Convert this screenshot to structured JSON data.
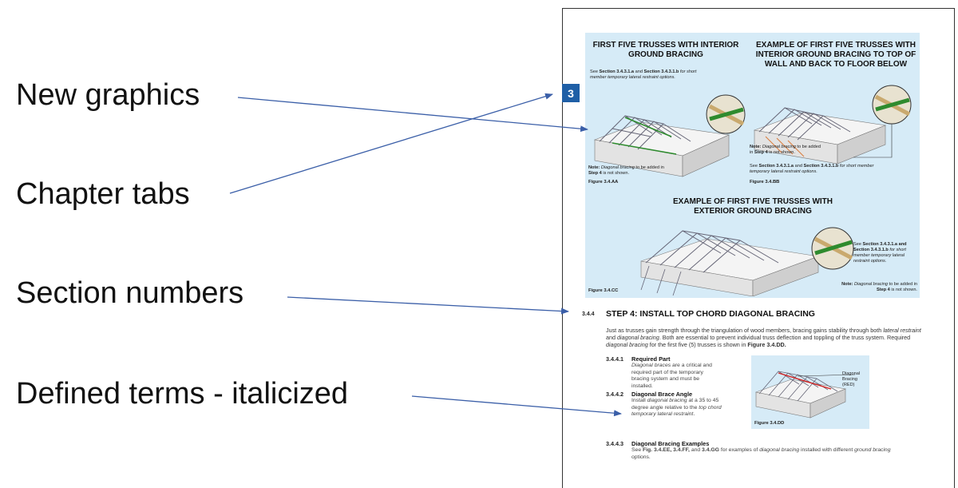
{
  "callouts": [
    {
      "label": "New graphics"
    },
    {
      "label": "Chapter tabs"
    },
    {
      "label": "Section numbers"
    },
    {
      "label": "Defined terms - italicized"
    }
  ],
  "chapter_tab": "3",
  "colors": {
    "tab": "#1f5fa6",
    "panel": "#d6ebf7",
    "arrow": "#3b5fa8",
    "brace": "#2e8b2e"
  },
  "figures": {
    "aa": {
      "title": "FIRST FIVE TRUSSES WITH INTERIOR GROUND BRACING",
      "see_prefix": "See",
      "see_a": "Section 3.4.3.1.a",
      "see_and": "and",
      "see_b": "Section 3.4.3.1.b",
      "see_suffix": "for short member temporary lateral restraint options.",
      "note_label": "Note:",
      "note_italic": "Diagonal bracing",
      "note_mid": "to be added in",
      "note_step": "Step 4",
      "note_end": "is not shown.",
      "label": "Figure 3.4.AA"
    },
    "bb": {
      "title": "EXAMPLE OF FIRST FIVE TRUSSES WITH INTERIOR GROUND BRACING TO TOP OF WALL AND BACK TO FLOOR BELOW",
      "note_label": "Note:",
      "note_italic": "Diagonal bracing",
      "note_mid": "to be added in",
      "note_step": "Step 4",
      "note_end": "is not shown.",
      "see_prefix": "See",
      "see_a": "Section 3.4.3.1.a",
      "see_and": "and",
      "see_b": "Section 3.4.3.1.b",
      "see_suffix": "for short member temporary lateral restraint options.",
      "label": "Figure 3.4.BB"
    },
    "cc": {
      "title": "EXAMPLE OF FIRST FIVE TRUSSES WITH EXTERIOR GROUND BRACING",
      "see_prefix": "See",
      "see_a": "Section 3.4.3.1.a",
      "see_and": "and",
      "see_b": "Section 3.4.3.1.b",
      "see_suffix": "for short member temporary lateral restraint options.",
      "note_label": "Note:",
      "note_italic": "Diagonal bracing",
      "note_mid": "to be added in",
      "note_step": "Step 4",
      "note_end": "is not shown.",
      "label": "Figure 3.4.CC"
    },
    "dd": {
      "callout": "Diagonal Bracing (RED)",
      "label": "Figure 3.4.DD"
    }
  },
  "section": {
    "number": "3.4.4",
    "title": "STEP 4: INSTALL TOP CHORD DIAGONAL BRACING",
    "p1": "Just as trusses gain strength through the triangulation of wood members, bracing gains stability through both",
    "p1_i1": "lateral restraint",
    "p1_and": "and",
    "p1_i2": "diagonal bracing",
    "p1_b": ". Both are essential to prevent individual truss deflection and toppling of the truss system. Required",
    "p1_i3": "diagonal bracing",
    "p1_c": "for the first five (5) trusses is shown in",
    "p1_fig": "Figure 3.4.DD."
  },
  "subsections": [
    {
      "number": "3.4.4.1",
      "title": "Required Part",
      "t_i1": "Diagonal braces",
      "t_a": "are a critical and required part of the temporary bracing system and must be installed."
    },
    {
      "number": "3.4.4.2",
      "title": "Diagonal Brace Angle",
      "t_a": "Install",
      "t_i1": "diagonal bracing",
      "t_b": "at a 35 to 45 degree angle relative to the",
      "t_i2": "top chord temporary lateral restraint",
      "t_c": "."
    },
    {
      "number": "3.4.4.3",
      "title": "Diagonal Bracing Examples",
      "t_a": "See",
      "t_refs": "Fig. 3.4.EE, 3.4.FF,",
      "t_and": "and",
      "t_refs2": "3.4.GG",
      "t_b": "for examples of",
      "t_i1": "diagonal bracing",
      "t_c": "installed with different",
      "t_i2": "ground bracing",
      "t_d": "options."
    }
  ]
}
